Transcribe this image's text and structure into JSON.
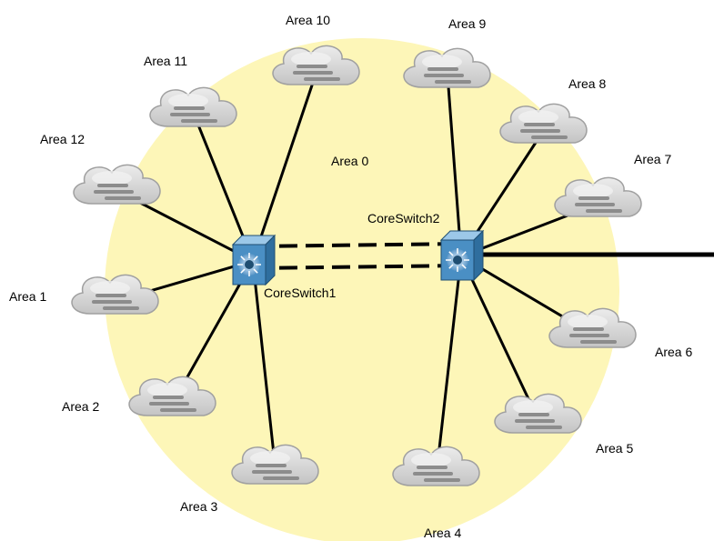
{
  "backbone": {
    "label": "Area 0",
    "fill": "#fdf6b8"
  },
  "switches": [
    {
      "id": "cs1",
      "label": "CoreSwitch1",
      "icon": "multilayer-switch-icon"
    },
    {
      "id": "cs2",
      "label": "CoreSwitch2",
      "icon": "multilayer-switch-icon"
    }
  ],
  "areas": [
    {
      "id": "area-1",
      "label": "Area 1",
      "switch": "cs1",
      "icon": "cloud-icon"
    },
    {
      "id": "area-2",
      "label": "Area 2",
      "switch": "cs1",
      "icon": "cloud-icon"
    },
    {
      "id": "area-3",
      "label": "Area 3",
      "switch": "cs1",
      "icon": "cloud-icon"
    },
    {
      "id": "area-4",
      "label": "Area 4",
      "switch": "cs2",
      "icon": "cloud-icon"
    },
    {
      "id": "area-5",
      "label": "Area 5",
      "switch": "cs2",
      "icon": "cloud-icon"
    },
    {
      "id": "area-6",
      "label": "Area 6",
      "switch": "cs2",
      "icon": "cloud-icon"
    },
    {
      "id": "area-7",
      "label": "Area 7",
      "switch": "cs2",
      "icon": "cloud-icon"
    },
    {
      "id": "area-8",
      "label": "Area 8",
      "switch": "cs2",
      "icon": "cloud-icon"
    },
    {
      "id": "area-9",
      "label": "Area 9",
      "switch": "cs2",
      "icon": "cloud-icon"
    },
    {
      "id": "area-10",
      "label": "Area 10",
      "switch": "cs1",
      "icon": "cloud-icon"
    },
    {
      "id": "area-11",
      "label": "Area 11",
      "switch": "cs1",
      "icon": "cloud-icon"
    },
    {
      "id": "area-12",
      "label": "Area 12",
      "switch": "cs1",
      "icon": "cloud-icon"
    }
  ],
  "inter_switch_links": {
    "count": 2,
    "style": "dashed"
  },
  "uplink": {
    "from": "cs2",
    "style": "solid-thick"
  },
  "colors": {
    "link": "#000000",
    "cloud_fill": "#d9d9d9",
    "cloud_stroke": "#a0a0a0",
    "cloud_bar": "#8c8c8c",
    "switch_front": "#4a8fc4",
    "switch_top": "#9cc8e8",
    "switch_side": "#2f6e9e"
  }
}
